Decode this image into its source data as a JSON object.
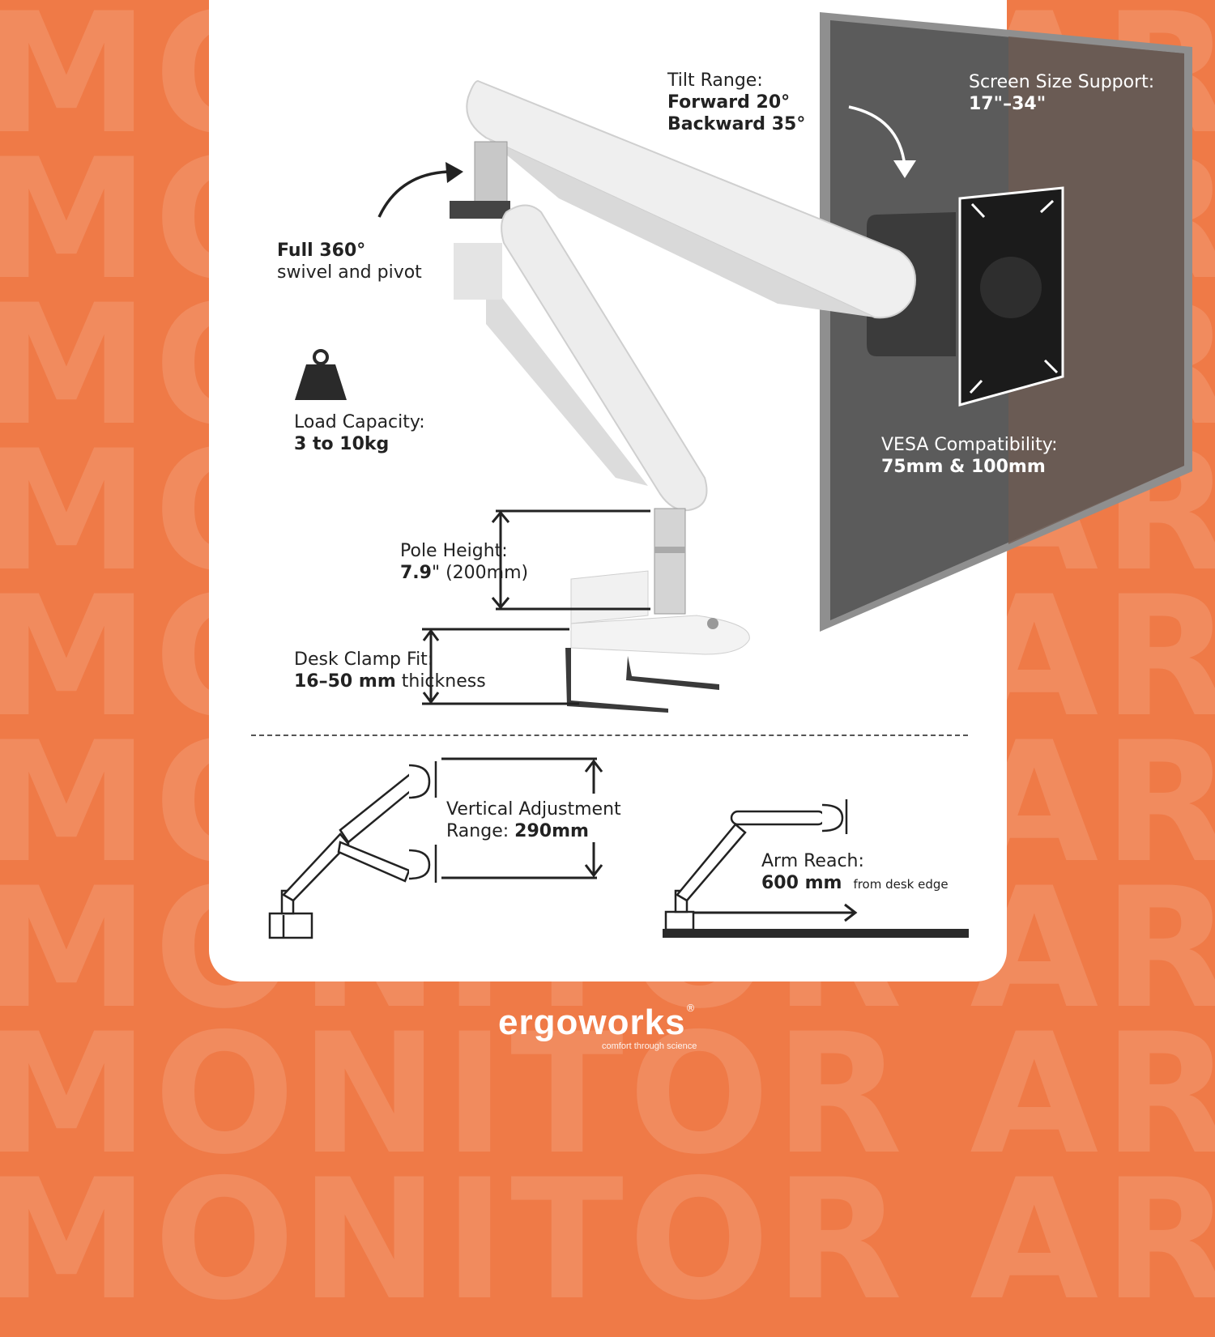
{
  "background": {
    "watermark_word": "MONITOR ARM",
    "color": "#ef7a47"
  },
  "features": {
    "tilt": {
      "label": "Tilt Range:",
      "forward": "Forward 20°",
      "backward": "Backward 35°"
    },
    "screen_size": {
      "label": "Screen Size Support:",
      "value": "17\"–34\""
    },
    "swivel": {
      "value": "Full 360°",
      "label": "swivel and pivot"
    },
    "load": {
      "label": "Load Capacity:",
      "value": "3 to 10kg",
      "icon": "weight-icon"
    },
    "vesa": {
      "label": "VESA Compatibility:",
      "value": "75mm & 100mm"
    },
    "pole": {
      "label": "Pole Height:",
      "value": "7.9",
      "value_rest": "\" (200mm)"
    },
    "clamp": {
      "label": "Desk Clamp Fit:",
      "value": "16–50 mm",
      "value_rest": " thickness"
    },
    "vertical": {
      "label_line1": "Vertical Adjustment",
      "label_line2": "Range: ",
      "value": "290mm"
    },
    "reach": {
      "label": "Arm Reach:",
      "value": "600 mm",
      "note": "from desk edge"
    }
  },
  "brand": {
    "name": "ergoworks",
    "tagline": "comfort through science",
    "registered": "®"
  },
  "colors": {
    "accent": "#ef7a47",
    "text": "#222222",
    "monitor": "#5a5a5a",
    "arm": "#f0f0f0"
  }
}
